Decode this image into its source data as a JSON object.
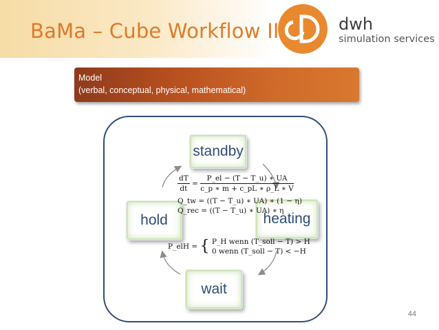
{
  "header": {
    "title": "BaMa – Cube Workflow III",
    "brand_name": "dwh",
    "brand_tagline": "simulation services",
    "logo_icon": "dwh-logo-icon",
    "accent_color": "#e07a29"
  },
  "model_box": {
    "line1": "Model",
    "line2": "(verbal, conceptual, physical, mathematical)"
  },
  "states": {
    "standby": "standby",
    "heating": "heating",
    "wait": "wait",
    "hold": "hold"
  },
  "equations": {
    "eq1_lhs_num": "dT",
    "eq1_lhs_den": "dt",
    "eq1_rhs_num": "P_el − (T − T_u) ∗ UA",
    "eq1_rhs_den": "c_p ∗ m + c_pL ∗ ρ_L ∗ V",
    "eq2": "Q_tw = ((T − T_u) ∗ UA) ∗ (1 − η)",
    "eq3": "Q_rec = ((T − T_u) ∗ UA) ∗ η",
    "eq4_lhs": "P_elH =",
    "eq4_case1": "P_H   wenn (T_soll − T) > H",
    "eq4_case2": "0   wenn (T_soll − T) < −H"
  },
  "footer": {
    "page_number": "44"
  }
}
